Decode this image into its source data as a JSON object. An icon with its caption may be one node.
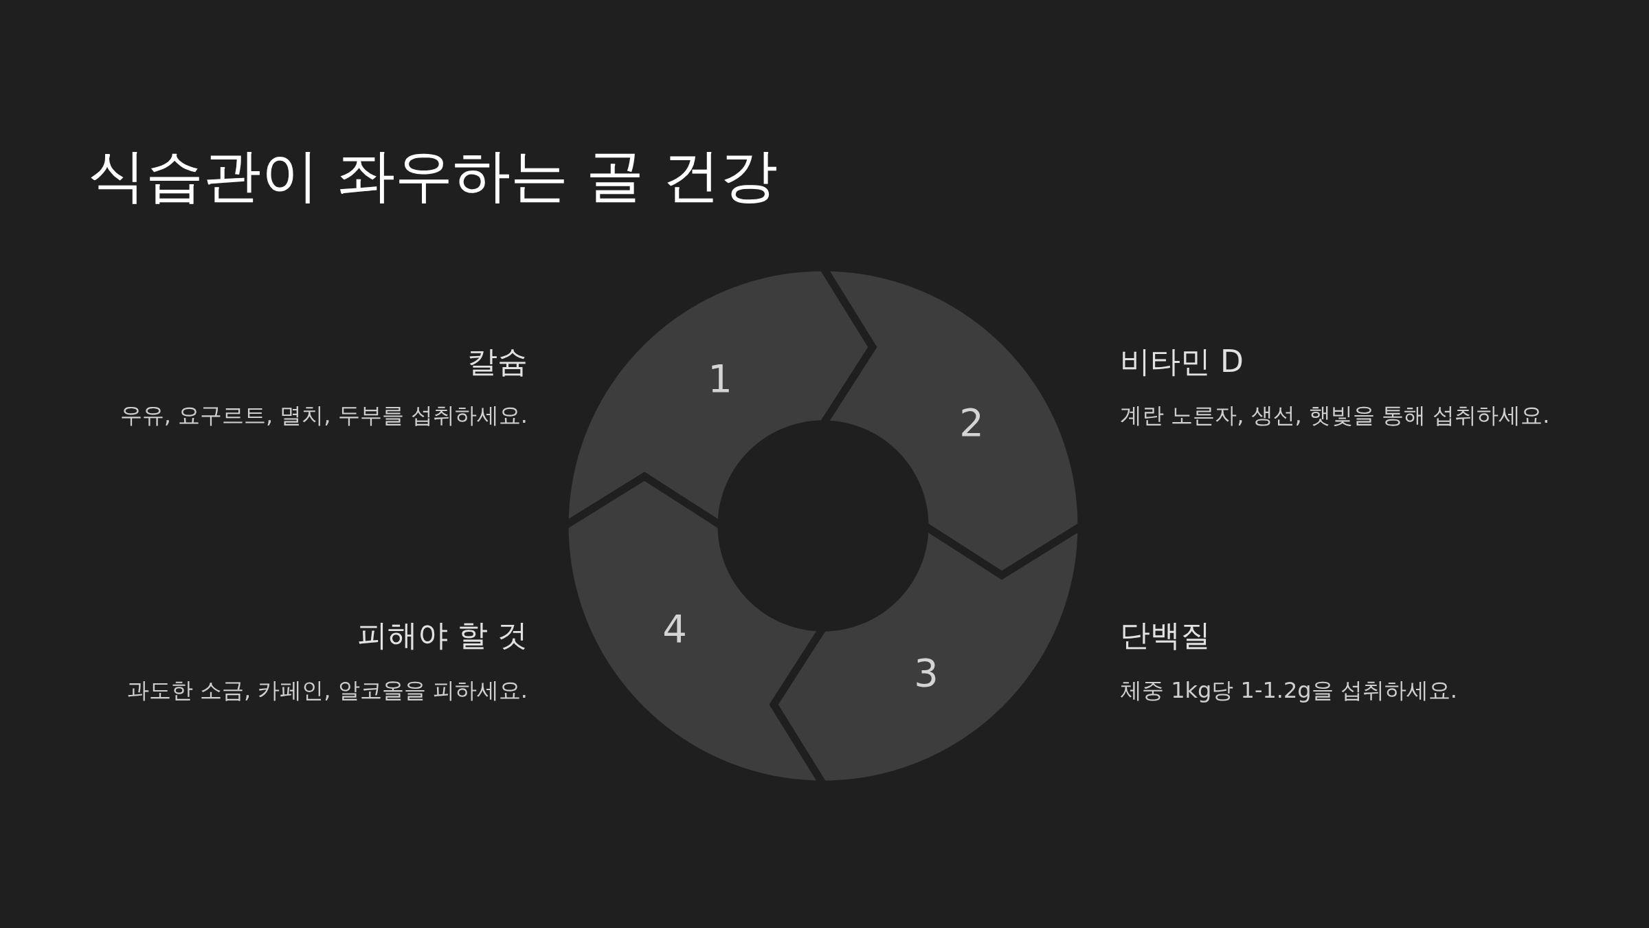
{
  "diagram": {
    "title": "식습관이 좌우하는 골 건강",
    "nodes": [
      {
        "text": [
          "1"
        ],
        "beside": [
          "칼슘",
          "우유, 요구르트, 멸치, 두부를 섭취하세요."
        ]
      },
      {
        "text": [
          "2"
        ],
        "beside": [
          "비타민 D",
          "계란 노른자, 생선, 햇빛을 통해 섭취하세요."
        ]
      },
      {
        "text": [
          "3"
        ],
        "beside": [
          "단백질",
          "체중 1kg당 1-1.2g을 섭취하세요."
        ]
      },
      {
        "text": [
          "4"
        ],
        "beside": [
          "피해야 할 것",
          "과도한 소금, 카페인, 알코올을 피하세요."
        ]
      }
    ]
  }
}
